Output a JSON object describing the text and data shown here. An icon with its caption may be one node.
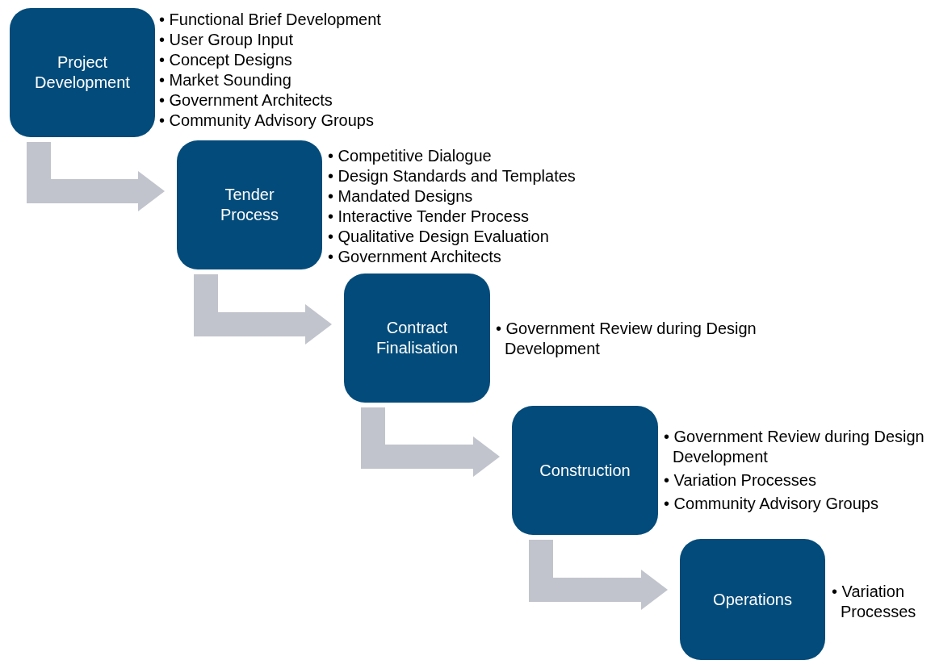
{
  "diagram": {
    "nodes": [
      {
        "text": [
          "Project Development"
        ],
        "beside": [
          "• Functional Brief Development",
          "• User Group Input",
          "• Concept Designs",
          "• Market Sounding",
          "• Government Architects",
          "• Community Advisory Groups"
        ]
      },
      {
        "text": [
          "Tender Process"
        ],
        "beside": [
          "• Competitive Dialogue",
          "• Design Standards and Templates",
          "• Mandated Designs",
          "• Interactive Tender Process",
          "• Qualitative Design Evaluation",
          "• Government Architects"
        ]
      },
      {
        "text": [
          "Contract Finalisation"
        ],
        "beside": [
          "• Government Review during Design Development"
        ]
      },
      {
        "text": [
          "Construction"
        ],
        "beside": [
          "• Government Review during Design Development",
          "• Variation Processes",
          "• Community Advisory Groups"
        ]
      },
      {
        "text": [
          "Operations"
        ],
        "beside": [
          "• Variation Processes"
        ]
      }
    ],
    "edges": [
      {
        "from": 0,
        "to": 1,
        "arrow": "to"
      },
      {
        "from": 1,
        "to": 2,
        "arrow": "to"
      },
      {
        "from": 2,
        "to": 3,
        "arrow": "to"
      },
      {
        "from": 3,
        "to": 4,
        "arrow": "to"
      }
    ]
  }
}
